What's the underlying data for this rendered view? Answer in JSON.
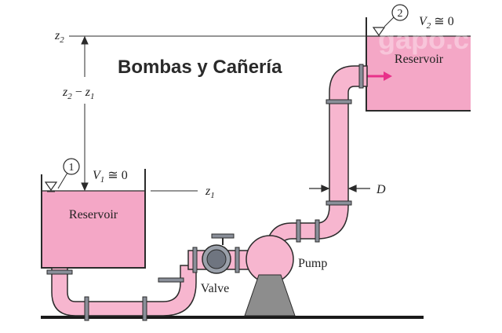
{
  "title": "Bombas y Cañería",
  "watermark": "gapo.c",
  "labels": {
    "z2": "z",
    "z2_sub": "2",
    "z_diff_a": "z",
    "z_diff_a_sub": "2",
    "z_diff_minus": " − ",
    "z_diff_b": "z",
    "z_diff_b_sub": "1",
    "z1": "z",
    "z1_sub": "1",
    "point1": "1",
    "point2": "2",
    "v1": "V",
    "v1_sub": "1",
    "v1_rest": " ≅ 0",
    "v2": "V",
    "v2_sub": "2",
    "v2_rest": " ≅ 0",
    "reservoir_lower": "Reservoir",
    "reservoir_upper": "Reservoir",
    "valve": "Valve",
    "pump": "Pump",
    "diameter": "D"
  },
  "colors": {
    "water": "#f4a7c6",
    "pipe": "#f7b6cf",
    "outline": "#2b2b2b",
    "flange": "#8a8f99",
    "pump_base": "#8d8d8d",
    "arrow": "#e8318a",
    "ground": "#1a1a1a"
  }
}
